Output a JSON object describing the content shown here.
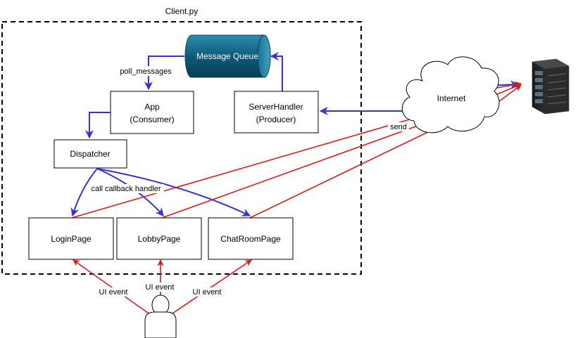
{
  "container": {
    "title": "Client.py"
  },
  "nodes": {
    "message_queue": {
      "label": "Message Queue"
    },
    "app": {
      "line1": "App",
      "line2": "(Consumer)"
    },
    "server_handler": {
      "line1": "ServerHandler",
      "line2": "(Producer)"
    },
    "dispatcher": {
      "label": "Dispatcher"
    },
    "login_page": {
      "label": "LoginPage"
    },
    "lobby_page": {
      "label": "LobbyPage"
    },
    "chat_room_page": {
      "label": "ChatRoomPage"
    },
    "internet": {
      "label": "Internet"
    },
    "server": {
      "icon": "server-rack-icon"
    },
    "user": {
      "icon": "user-icon"
    }
  },
  "edges": {
    "poll_messages": "poll_messages",
    "call_callback_handler": "call callback handler",
    "send": "send",
    "ui_event_login": "UI event",
    "ui_event_lobby": "UI event",
    "ui_event_chat": "UI event"
  },
  "colors": {
    "blue_flow": "#3333dd",
    "red_flow": "#e01818",
    "queue_dark": "#0c4a66",
    "queue_light": "#2a8fb0"
  }
}
